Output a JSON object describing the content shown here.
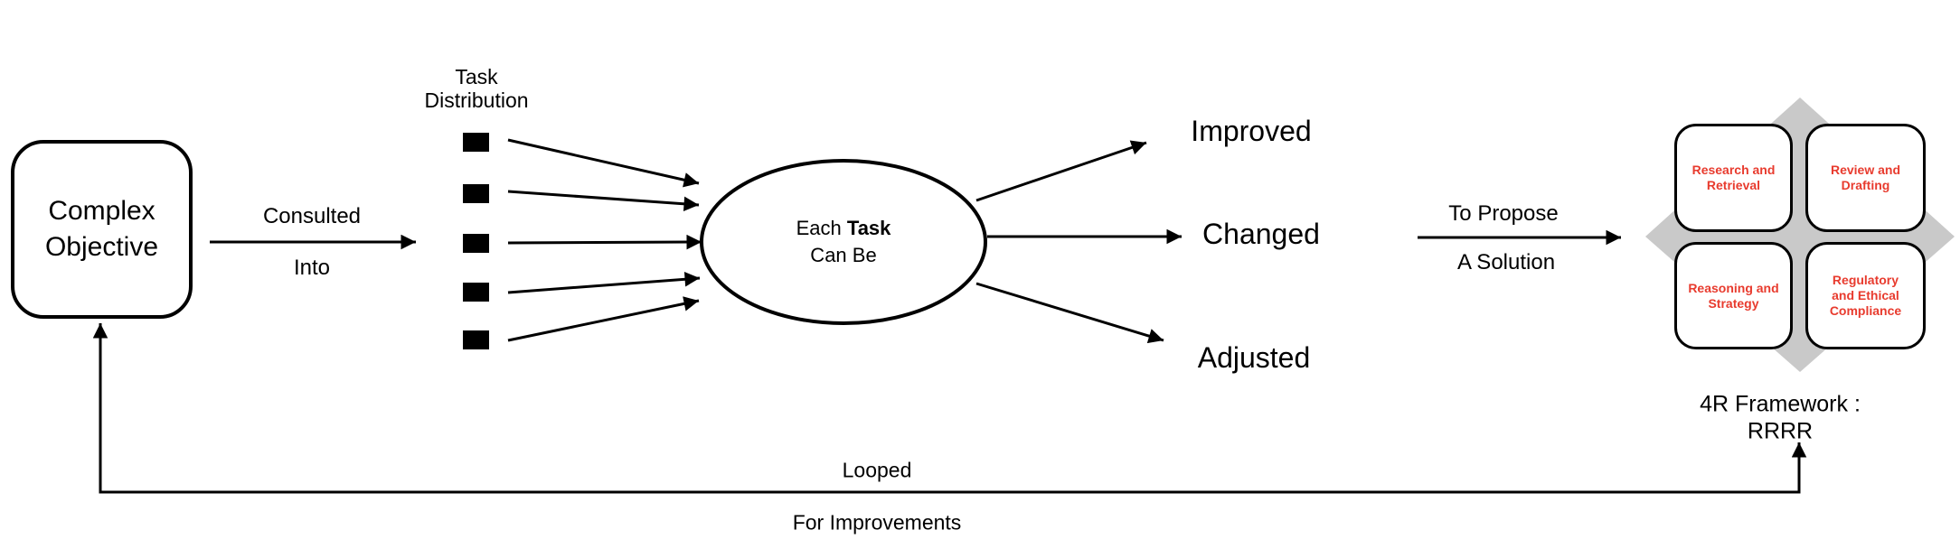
{
  "colors": {
    "line": "#000000",
    "accent_red": "#e83b2e",
    "diamond_gray": "#c9c9c9",
    "background": "#ffffff"
  },
  "complex_objective": {
    "label": "Complex\nObjective"
  },
  "consult": {
    "label_top": "Consulted",
    "label_bottom": "Into"
  },
  "task_distribution": {
    "label": "Task\nDistribution",
    "square_count": 5
  },
  "ellipse": {
    "line1_normal": "Each",
    "line1_bold": "Task",
    "line2": "Can Be"
  },
  "outcomes": [
    "Improved",
    "Changed",
    "Adjusted"
  ],
  "propose": {
    "label_top": "To Propose",
    "label_bottom": "A Solution"
  },
  "framework": {
    "diamond_color": "#c9c9c9",
    "text_color": "#e83b2e",
    "quadrants": [
      "Research and\nRetrieval",
      "Review and\nDrafting",
      "Reasoning and\nStrategy",
      "Regulatory\nand Ethical\nCompliance"
    ],
    "caption": "4R Framework : RRRR"
  },
  "loop": {
    "label_top": "Looped",
    "label_bottom": "For Improvements"
  }
}
